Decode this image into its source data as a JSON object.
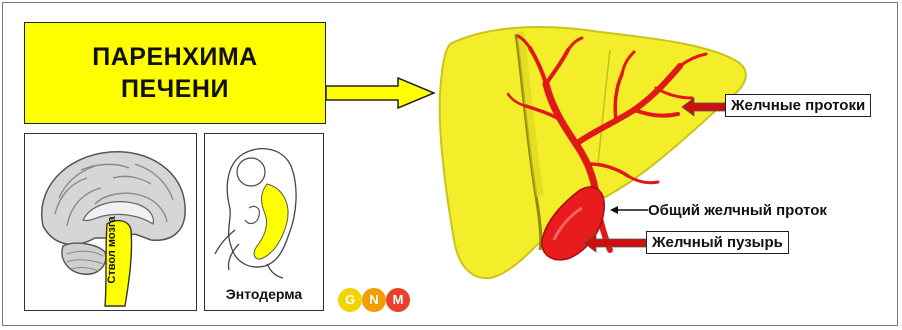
{
  "title": {
    "line1": "ПАРЕНХИМА",
    "line2": "ПЕЧЕНИ"
  },
  "brain_panel": {
    "stem_label": "Ствол мозга"
  },
  "embryo_panel": {
    "caption": "Энтодерма"
  },
  "labels": {
    "bile_ducts": "Желчные протоки",
    "common_bile_duct": "Общий желчный проток",
    "gallbladder": "Желчный пузырь"
  },
  "logo": {
    "letters": [
      "G",
      "N",
      "M"
    ]
  },
  "colors": {
    "highlight_yellow": "#ffff00",
    "liver_yellow": "#f4ee2a",
    "bile_red": "#e01818",
    "arrow_red": "#cc1010",
    "logo_g": "#f2d400",
    "logo_n": "#f29c00",
    "logo_m": "#e8402a"
  }
}
